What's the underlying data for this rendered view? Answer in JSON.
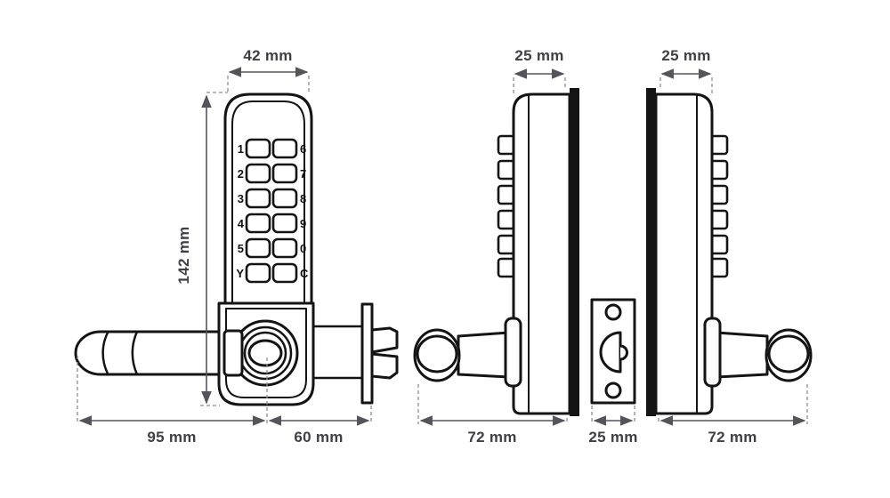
{
  "title": "Keypad door lock dimensions diagram",
  "colors": {
    "background": "#ffffff",
    "part_line": "#141414",
    "dimension_line": "#54555a",
    "label_text": "#3e4046"
  },
  "views": {
    "front": {
      "dim_width": "42 mm",
      "dim_height": "142 mm",
      "dim_handle": "95 mm",
      "dim_latch": "60 mm",
      "keypad": {
        "left_labels": [
          "1",
          "2",
          "3",
          "4",
          "5",
          "Y"
        ],
        "right_labels": [
          "6",
          "7",
          "8",
          "9",
          "0",
          "C"
        ]
      }
    },
    "outside": {
      "dim_depth": "25 mm",
      "dim_total": "72 mm"
    },
    "latch": {
      "dim_width": "25 mm"
    },
    "inside": {
      "dim_depth": "25 mm",
      "dim_total": "72 mm"
    }
  }
}
